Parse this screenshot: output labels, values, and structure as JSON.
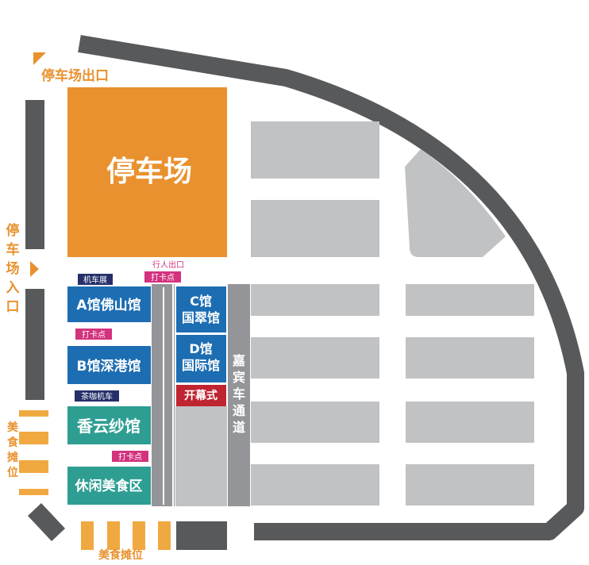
{
  "colors": {
    "road": "#58595b",
    "lot": "#c1c2c4",
    "orange": "#e9912e",
    "stall": "#f0a940",
    "blue": "#1d6db3",
    "teal": "#2e9e93",
    "navy": "#252f6a",
    "pink": "#d2327e",
    "red": "#bf2431",
    "gray_lane": "#939598",
    "label_orange": "#e9912e",
    "white": "#ffffff"
  },
  "labels": {
    "parking_exit": "停车场出口",
    "parking_lot": "停车场",
    "parking_entry": [
      "停",
      "车",
      "场",
      "入",
      "口"
    ],
    "food_stalls_side": [
      "美",
      "食",
      "摊",
      "位"
    ],
    "food_stalls_bottom": "美食摊位",
    "pedestrian_exit": "行人出口",
    "moto_show": "机车展",
    "checkin_1": "打卡点",
    "checkin_2": "打卡点",
    "checkin_3": "打卡点",
    "tea_moto": "茶咖机车",
    "hall_a": "A馆佛山馆",
    "hall_b": "B馆深港馆",
    "hall_xiangyun": "香云纱馆",
    "leisure_food": "休闲美食区",
    "hall_c_line1": "C馆",
    "hall_c_line2": "国翠馆",
    "hall_d_line1": "D馆",
    "hall_d_line2": "国际馆",
    "opening": "开幕式",
    "jiabin_lane": [
      "嘉",
      "宾",
      "车",
      "通",
      "道"
    ]
  }
}
